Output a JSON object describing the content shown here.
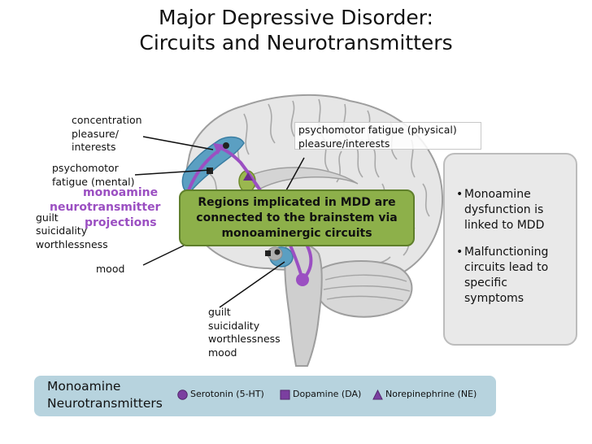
{
  "title": {
    "line1": "Major Depressive Disorder:",
    "line2": "Circuits and Neurotransmitters"
  },
  "labels": {
    "concentration": "concentration",
    "pleasure": "pleasure/",
    "interests": "interests",
    "psychomotor": "psychomotor",
    "fatigue_mental": "fatigue (mental)",
    "monoamine": "monoamine",
    "neurotransmitter": "neurotransmitter",
    "projections": "projections",
    "guilt_left": "guilt",
    "suicidality_left": "suicidality",
    "worthlessness_left": "worthlessness",
    "mood_left": "mood",
    "psychomotor_physical": "psychomotor fatigue (physical)",
    "pleasure_interests_right": "pleasure/interests",
    "guilt_bottom": "guilt",
    "suicidality_bottom": "suicidality",
    "worthlessness_bottom": "worthlessness",
    "mood_bottom": "mood"
  },
  "callout": {
    "text": "Regions implicated in MDD are connected to the brainstem via monoaminergic circuits"
  },
  "side_panel": {
    "bullets": [
      "Monoamine dysfunction is linked to MDD",
      "Malfunctioning circuits lead to specific symptoms"
    ]
  },
  "legend": {
    "title_line1": "Monoamine",
    "title_line2": "Neurotransmitters",
    "items": [
      {
        "label": "Serotonin (5-HT)",
        "icon": "purple-circle-icon",
        "color": "#7b3fa0"
      },
      {
        "label": "Dopamine (DA)",
        "icon": "purple-square-icon",
        "color": "#7b3fa0"
      },
      {
        "label": "Norepinephrine (NE)",
        "icon": "purple-triangle-icon",
        "color": "#7b3fa0"
      }
    ]
  },
  "colors": {
    "callout_fill": "#8db04a",
    "legend_fill": "#b7d3de",
    "region_blue": "#5b9fc2",
    "projection_purple": "#9b4fc2",
    "brain_gray": "#bdbdbd"
  }
}
